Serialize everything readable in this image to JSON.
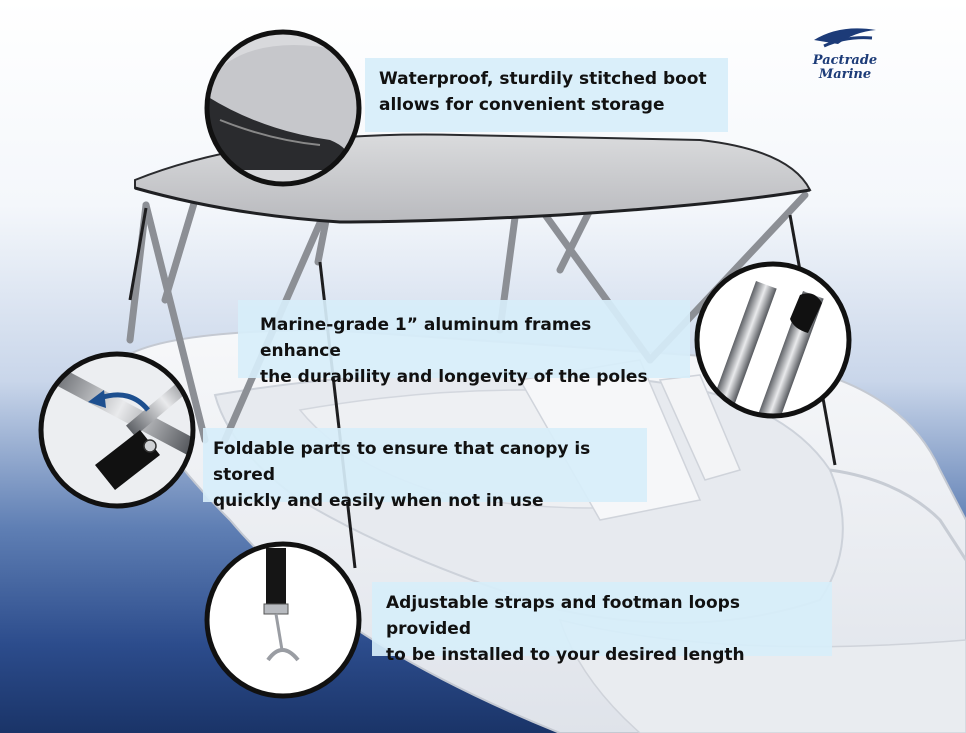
{
  "brand": {
    "line1": "Pactrade",
    "line2": "Marine",
    "color": "#1c3b78"
  },
  "callouts": {
    "boot": {
      "line1": "Waterproof, sturdily stitched boot",
      "line2": "allows for convenient storage"
    },
    "frames": {
      "line1": "Marine-grade 1” aluminum frames enhance",
      "line2": "the durability and longevity of the poles"
    },
    "foldable": {
      "line1": "Foldable parts to ensure that canopy is stored",
      "line2": "quickly and easily when not in use"
    },
    "straps": {
      "line1": "Adjustable straps and footman loops provided",
      "line2": "to be installed to your desired length"
    }
  },
  "colors": {
    "callout_bg": "#d7eefa",
    "canopy": "#cfcfd1",
    "frame": "#8c8f95",
    "boat": "#f3f4f6",
    "sea_dark": "#1a3468"
  }
}
